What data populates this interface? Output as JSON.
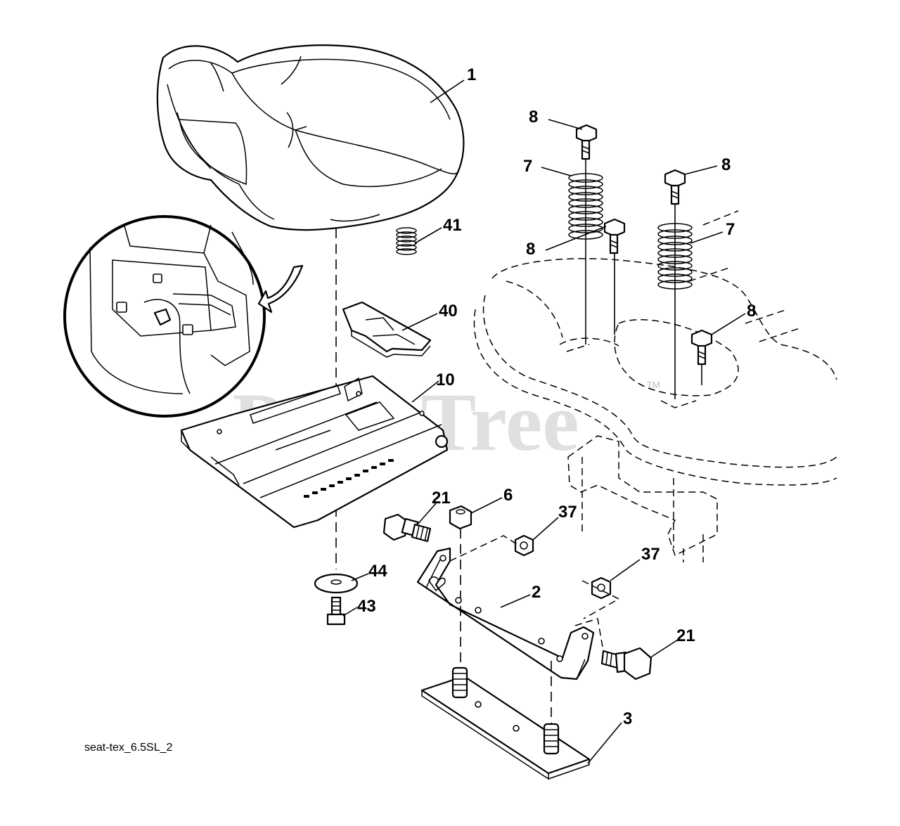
{
  "diagram": {
    "caption": "seat-tex_6.5SL_2",
    "watermark": "PartsTree",
    "trademark": "TM",
    "callouts": [
      {
        "id": "c1",
        "label": "1"
      },
      {
        "id": "c8a",
        "label": "8"
      },
      {
        "id": "c8b",
        "label": "8"
      },
      {
        "id": "c7a",
        "label": "7"
      },
      {
        "id": "c7b",
        "label": "7"
      },
      {
        "id": "c8c",
        "label": "8"
      },
      {
        "id": "c8d",
        "label": "8"
      },
      {
        "id": "c41",
        "label": "41"
      },
      {
        "id": "c40",
        "label": "40"
      },
      {
        "id": "c10",
        "label": "10"
      },
      {
        "id": "c21a",
        "label": "21"
      },
      {
        "id": "c6",
        "label": "6"
      },
      {
        "id": "c37a",
        "label": "37"
      },
      {
        "id": "c37b",
        "label": "37"
      },
      {
        "id": "c44",
        "label": "44"
      },
      {
        "id": "c43",
        "label": "43"
      },
      {
        "id": "c2",
        "label": "2"
      },
      {
        "id": "c21b",
        "label": "21"
      },
      {
        "id": "c3",
        "label": "3"
      }
    ]
  }
}
